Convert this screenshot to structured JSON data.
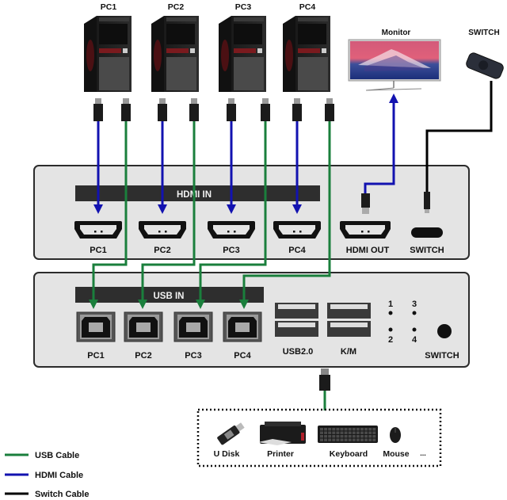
{
  "colors": {
    "usb_cable": "#1a7f3c",
    "hdmi_cable": "#1212b0",
    "switch_cable": "#000000",
    "panel_fill": "#e4e4e4",
    "panel_border": "#2b2b2b",
    "label_bar": "#2e2e2e"
  },
  "computers": [
    {
      "label": "PC1"
    },
    {
      "label": "PC2"
    },
    {
      "label": "PC3"
    },
    {
      "label": "PC4"
    }
  ],
  "monitor": {
    "label": "Monitor"
  },
  "remote_switch": {
    "label": "SWITCH"
  },
  "hdmi_panel": {
    "bar_label": "HDMI IN",
    "inputs": [
      "PC1",
      "PC2",
      "PC3",
      "PC4"
    ],
    "output_label": "HDMI OUT",
    "switch_port_label": "SWITCH"
  },
  "usb_panel": {
    "bar_label": "USB IN",
    "inputs": [
      "PC1",
      "PC2",
      "PC3",
      "PC4"
    ],
    "usb2_label": "USB2.0",
    "km_label": "K/M",
    "leds": [
      "1",
      "3",
      "2",
      "4"
    ],
    "switch_button_label": "SWITCH"
  },
  "peripherals": {
    "items": [
      "U Disk",
      "Printer",
      "Keyboard",
      "Mouse"
    ],
    "more": "..."
  },
  "legend": [
    {
      "label": "USB Cable",
      "color": "#1a7f3c"
    },
    {
      "label": "HDMI Cable",
      "color": "#1212b0"
    },
    {
      "label": "Switch Cable",
      "color": "#000000"
    }
  ]
}
